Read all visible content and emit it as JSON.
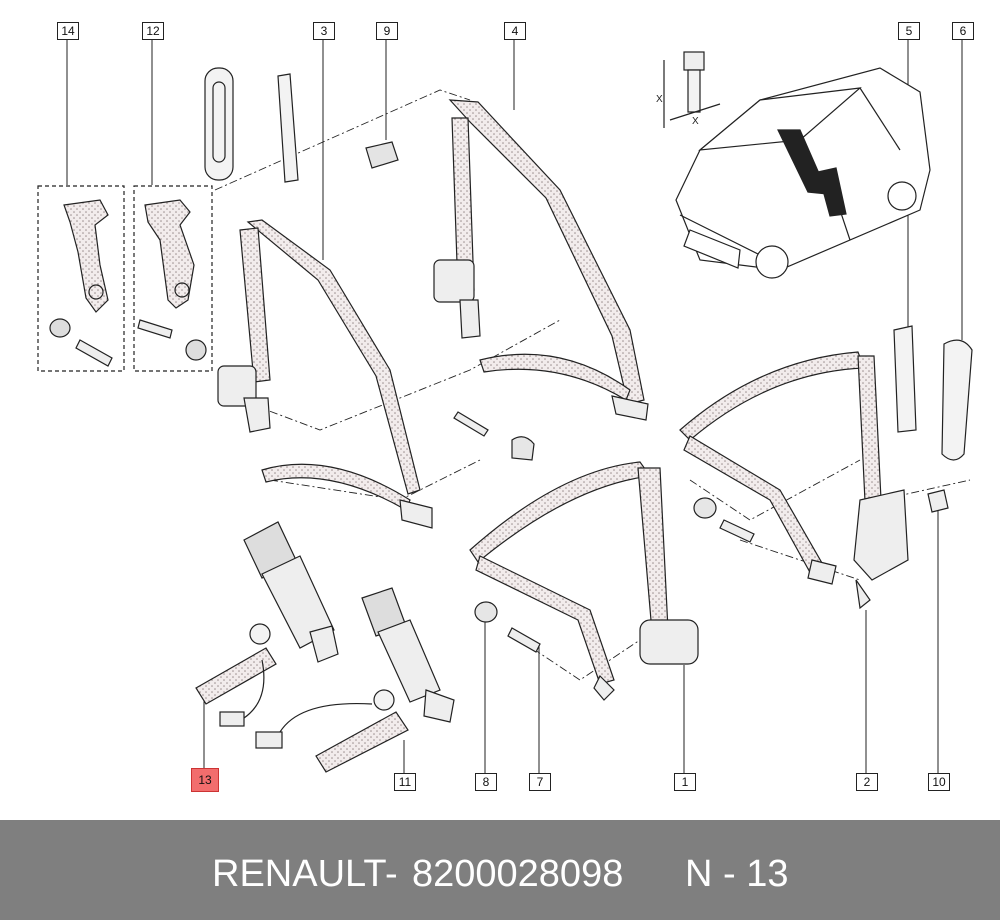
{
  "callouts": {
    "c14": "14",
    "c12": "12",
    "c3": "3",
    "c9": "9",
    "c4": "4",
    "c5": "5",
    "c6": "6",
    "c13": "13",
    "c11": "11",
    "c8": "8",
    "c7": "7",
    "c1": "1",
    "c2": "2",
    "c10": "10"
  },
  "dimension_labels": {
    "x_vertical": "X",
    "x_horizontal": "X"
  },
  "footer": {
    "brand": "RENAULT",
    "separator": "-",
    "part_number": "8200028098",
    "ref_label": "N - 13"
  },
  "colors": {
    "highlight": "#f26d6d",
    "footer_bg": "#7f7f7f",
    "footer_text": "#ffffff",
    "line": "#222222"
  }
}
